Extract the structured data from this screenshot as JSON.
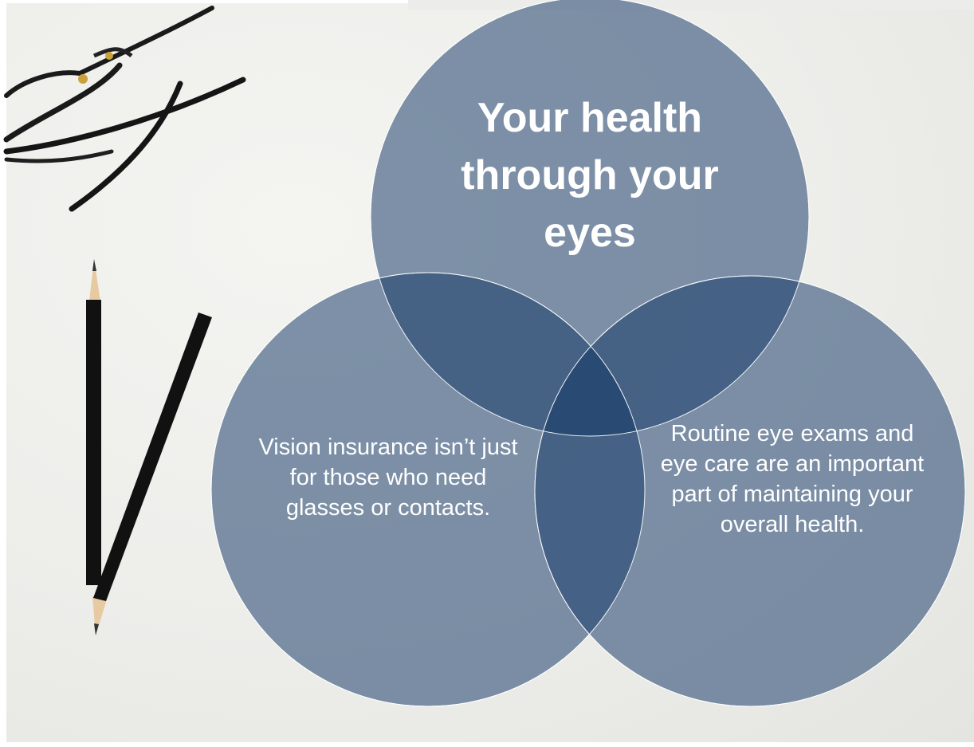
{
  "diagram": {
    "top_circle_text": "Your health through your eyes",
    "left_circle_text": "Vision insurance isn’t just for those who need glasses or contacts.",
    "right_circle_text": "Routine eye exams and eye care are an important part of maintaining your overall health."
  },
  "background": {
    "objects": [
      "eyeglasses",
      "pencil",
      "pencil"
    ]
  },
  "colors": {
    "circle_fill": "#3d5a80",
    "overlap_dark": "#24466d",
    "text": "#ffffff"
  }
}
